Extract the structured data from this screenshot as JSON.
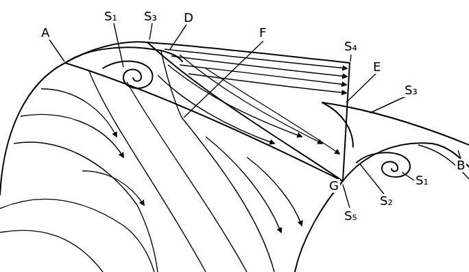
{
  "diagram": {
    "labels": [
      "A",
      "S₁",
      "S₃",
      "D",
      "F",
      "S₄",
      "E",
      "S₃",
      "B",
      "S₁",
      "G",
      "S₂",
      "S₅"
    ]
  }
}
